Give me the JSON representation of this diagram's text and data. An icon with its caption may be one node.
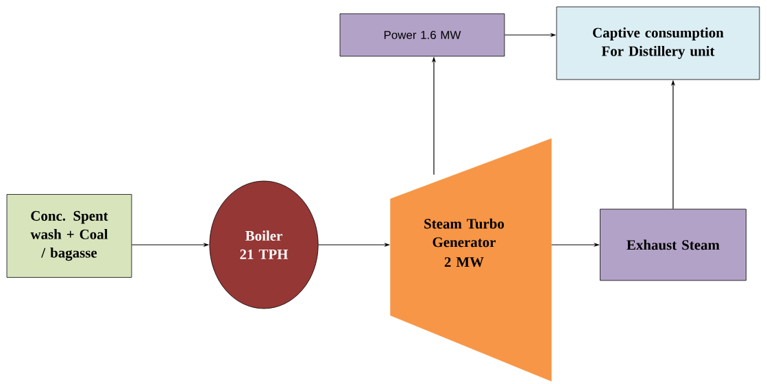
{
  "diagram": {
    "nodes": [
      {
        "text": [
          "Conc. Spent wash + Coal / bagasse"
        ]
      },
      {
        "text": [
          "Boiler 21 TPH"
        ]
      },
      {
        "text": [
          "Steam Turbo Generator",
          "2 MW"
        ]
      },
      {
        "text": [
          "Power 1.6 MW"
        ]
      },
      {
        "text": [
          "Captive consumption For Distillery unit"
        ]
      },
      {
        "text": [
          "Exhaust Steam"
        ]
      }
    ],
    "edges": [
      {
        "from": 0,
        "to": 1,
        "arrow": "to"
      },
      {
        "from": 1,
        "to": 2,
        "arrow": "to"
      },
      {
        "from": 2,
        "to": 3,
        "arrow": "to"
      },
      {
        "from": 3,
        "to": 4,
        "arrow": "to"
      },
      {
        "from": 2,
        "to": 5,
        "arrow": "to"
      },
      {
        "from": 5,
        "to": 4,
        "arrow": "to"
      }
    ]
  }
}
